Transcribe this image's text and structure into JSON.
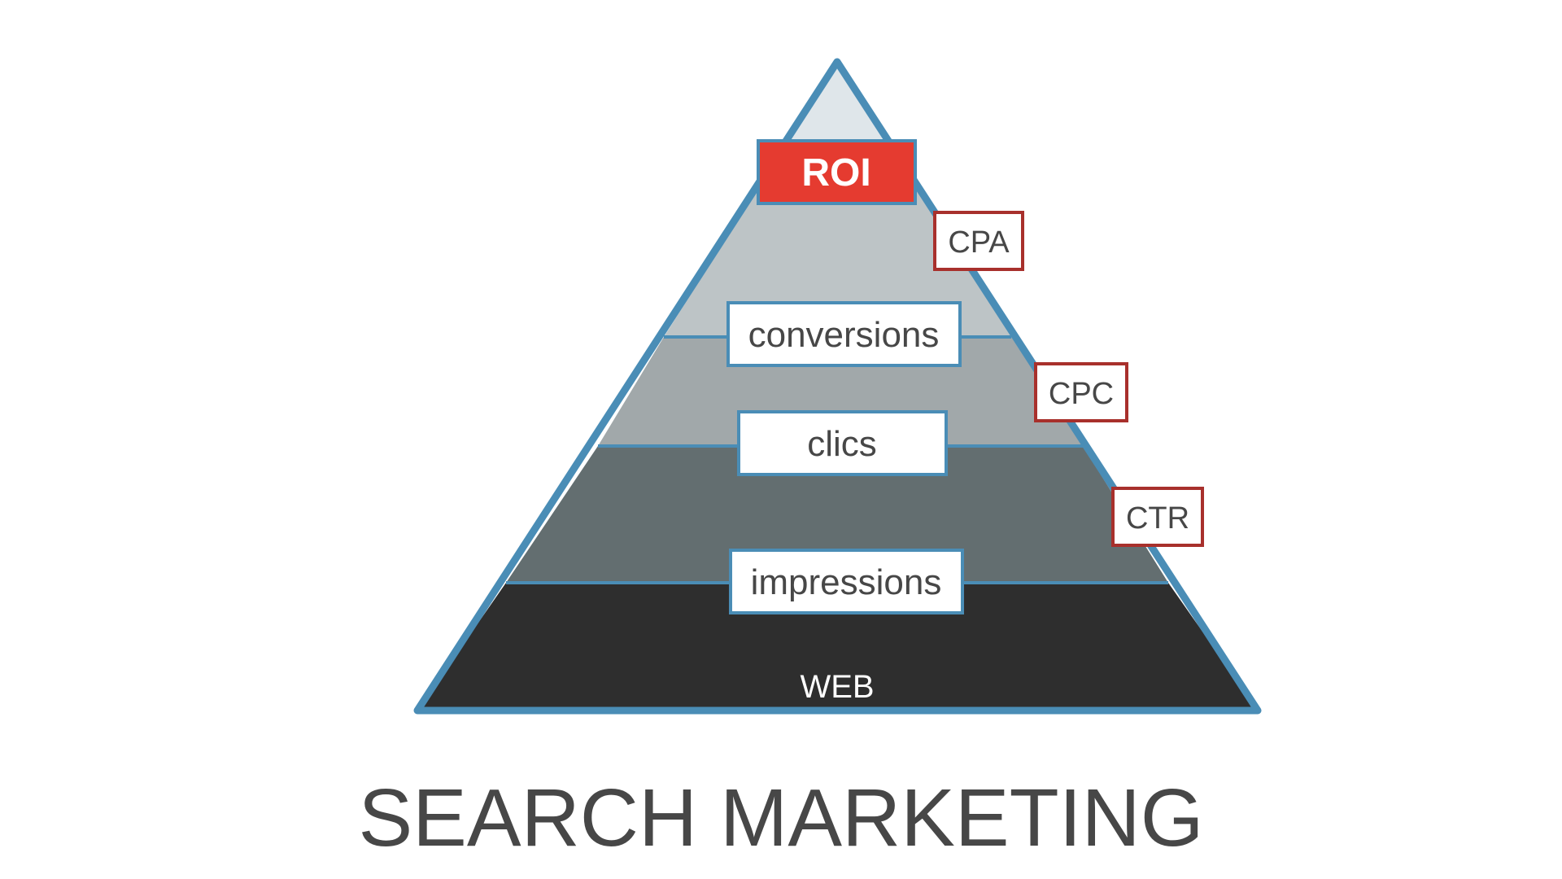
{
  "title": "SEARCH MARKETING",
  "pyramid": {
    "base_label": "WEB",
    "top_metric": "ROI",
    "levels": [
      {
        "label": "conversions",
        "fill": "#bdc4c6"
      },
      {
        "label": "clics",
        "fill": "#a1a8aa"
      },
      {
        "label": "impressions",
        "fill": "#636e70"
      }
    ],
    "ratios": [
      "CPA",
      "CPC",
      "CTR"
    ],
    "colors": {
      "apex": "#dfe6ea",
      "base": "#2e2e2e",
      "outline": "#4a8db6",
      "roi_fill": "#e53b30",
      "ratio_border": "#a8302c",
      "label_text": "#474747"
    }
  }
}
